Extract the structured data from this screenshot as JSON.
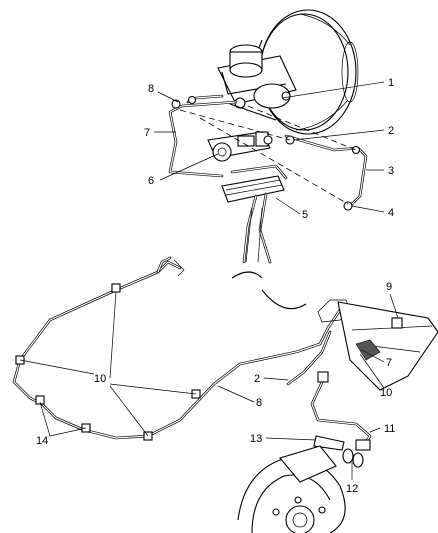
{
  "callouts": {
    "c1": "1",
    "c2": "2",
    "c3": "3",
    "c4": "4",
    "c5": "5",
    "c6": "6",
    "c7": "7",
    "c8": "8",
    "c9": "9",
    "c7b": "7",
    "c10": "10",
    "c2b": "2",
    "c8b": "8",
    "c10b": "10",
    "c11": "11",
    "c13": "13",
    "c12": "12",
    "c14": "14"
  },
  "icons": [
    "brake-booster-icon",
    "master-cylinder-icon",
    "combination-valve-icon",
    "abs-junction-block-icon",
    "brake-line-routing-icon",
    "rear-disc-brake-icon",
    "brake-hose-icon",
    "frame-rail-icon"
  ]
}
